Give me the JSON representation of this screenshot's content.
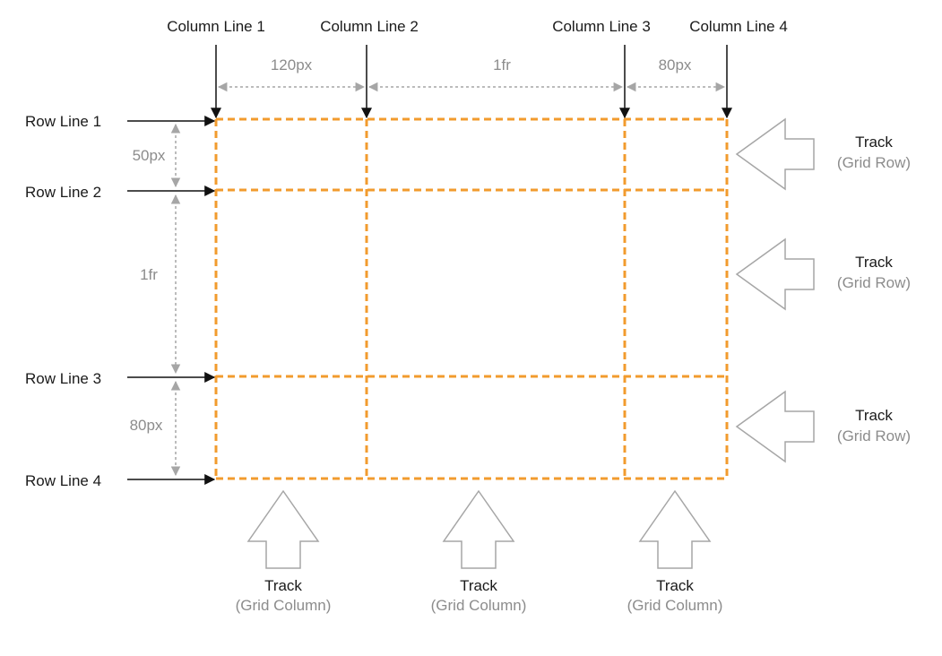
{
  "colors": {
    "grid": "#f29b2e",
    "arrow": "#111111",
    "dimension": "#a6a6a6",
    "track_outline": "#a6a6a6"
  },
  "column_lines": [
    "Column Line 1",
    "Column Line 2",
    "Column Line 3",
    "Column Line 4"
  ],
  "row_lines": [
    "Row Line 1",
    "Row Line 2",
    "Row Line 3",
    "Row Line 4"
  ],
  "column_sizes": [
    "120px",
    "1fr",
    "80px"
  ],
  "row_sizes": [
    "50px",
    "1fr",
    "80px"
  ],
  "row_tracks": [
    {
      "title": "Track",
      "subtitle": "(Grid Row)"
    },
    {
      "title": "Track",
      "subtitle": "(Grid Row)"
    },
    {
      "title": "Track",
      "subtitle": "(Grid Row)"
    }
  ],
  "column_tracks": [
    {
      "title": "Track",
      "subtitle": "(Grid Column)"
    },
    {
      "title": "Track",
      "subtitle": "(Grid Column)"
    },
    {
      "title": "Track",
      "subtitle": "(Grid Column)"
    }
  ]
}
